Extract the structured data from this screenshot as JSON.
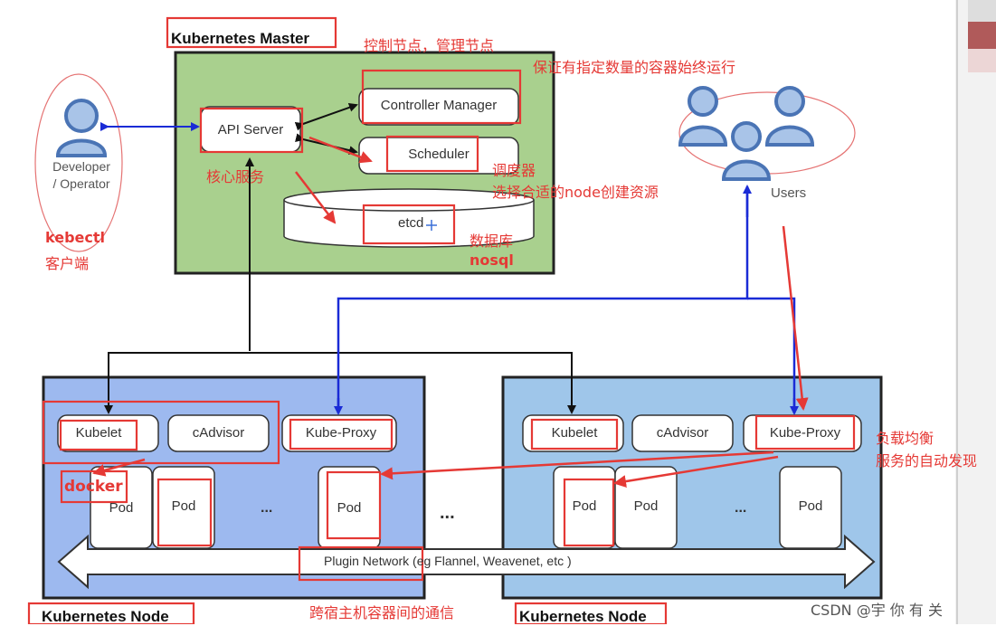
{
  "master": {
    "title": "Kubernetes Master",
    "note_control": "控制节点，管理节点",
    "note_replicas": "保证有指定数量的容器始终运行",
    "api_server": "API Server",
    "api_note": "核心服务",
    "controller_manager": "Controller Manager",
    "scheduler": "Scheduler",
    "scheduler_note1": "调度器",
    "scheduler_note2": "选择合适的node创建资源",
    "etcd": "etcd",
    "etcd_note1": "数据库",
    "etcd_note2": "nosql"
  },
  "developer": {
    "label_line1": "Developer",
    "label_line2": "/ Operator",
    "tool": "kebectl",
    "tool_note": "客户端"
  },
  "users": {
    "label": "Users"
  },
  "node_left": {
    "title": "Kubernetes Node",
    "kubelet": "Kubelet",
    "cadvisor": "cAdvisor",
    "kube_proxy": "Kube-Proxy",
    "docker": "docker",
    "pod": "Pod",
    "ellipsis": "..."
  },
  "node_right": {
    "title": "Kubernetes Node",
    "kubelet": "Kubelet",
    "cadvisor": "cAdvisor",
    "kube_proxy": "Kube-Proxy",
    "proxy_note1": "负载均衡",
    "proxy_note2": "服务的自动发现",
    "pod": "Pod",
    "ellipsis": "..."
  },
  "between_nodes": "...",
  "network": {
    "label": "Plugin Network (eg Flannel, Weavenet, etc )",
    "note": "跨宿主机容器间的通信"
  },
  "watermark": "CSDN @宇 你 有 关"
}
